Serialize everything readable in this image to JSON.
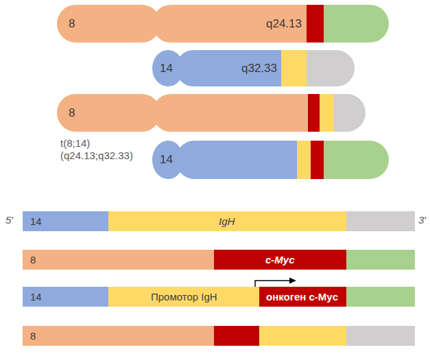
{
  "diagram": {
    "nodes": [
      {
        "text": [
          "8",
          "q24.13"
        ]
      },
      {
        "text": [
          "14",
          "q32.33"
        ]
      },
      {
        "text": [
          "8"
        ]
      },
      {
        "text": [
          "14"
        ]
      },
      {
        "text": [
          "14",
          "IgH"
        ]
      },
      {
        "text": [
          "8",
          "c-Myc"
        ]
      },
      {
        "text": [
          "14",
          "Промотор IgH",
          "онкоген c-Myc"
        ]
      },
      {
        "text": [
          "8"
        ]
      }
    ],
    "labels": [
      "t(8;14) (q24.13;q32.33)",
      "5′",
      "3′"
    ]
  }
}
